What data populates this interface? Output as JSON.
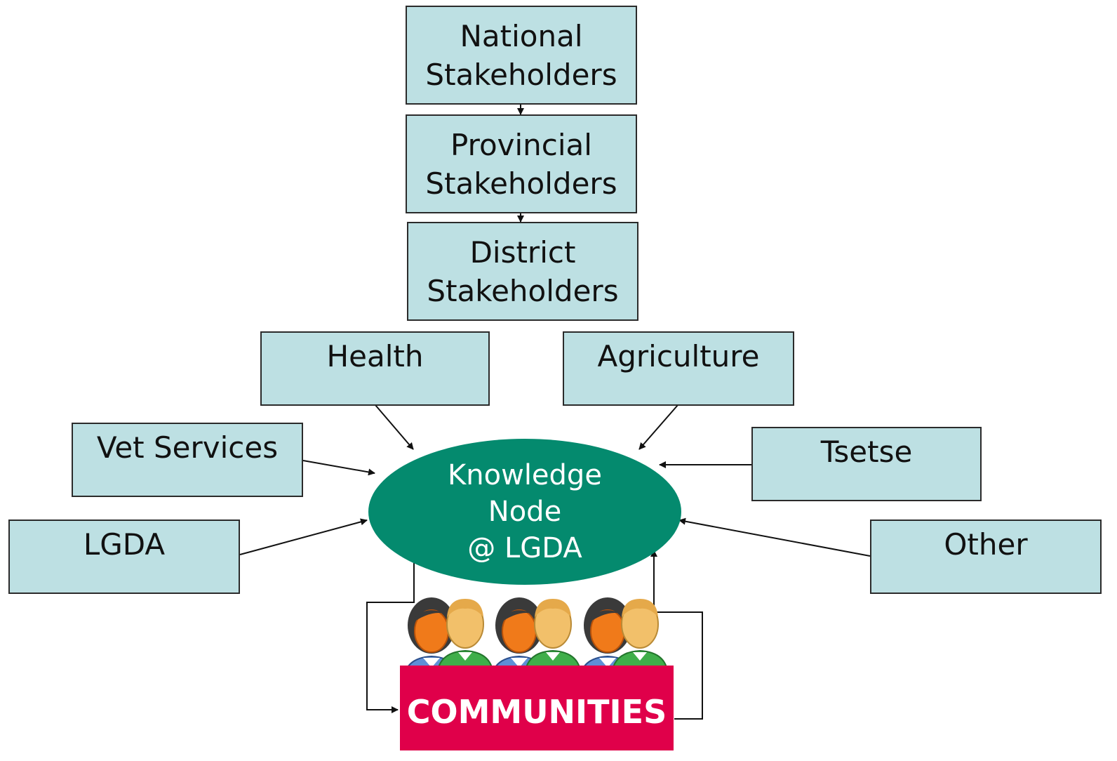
{
  "diagram": {
    "hierarchy": {
      "national": "National\nStakeholders",
      "provincial": "Provincial\nStakeholders",
      "district": "District\nStakeholders"
    },
    "sectors": {
      "health": "Health",
      "agriculture": "Agriculture",
      "vet_services": "Vet Services",
      "tsetse": "Tsetse",
      "lgda": "LGDA",
      "other": "Other"
    },
    "hub": {
      "label": "Knowledge\nNode\n@ LGDA"
    },
    "communities": {
      "label": "COMMUNITIES"
    }
  },
  "colors": {
    "box_fill": "#bde0e3",
    "hub_fill": "#048a6e",
    "communities_fill": "#e0004a",
    "person_female_skin": "#f07a1a",
    "person_male_skin": "#f2c06a",
    "shirt_blue": "#5f8fd6",
    "shirt_green": "#3fae4a"
  },
  "icons": [
    "person-female-icon",
    "person-male-icon"
  ]
}
